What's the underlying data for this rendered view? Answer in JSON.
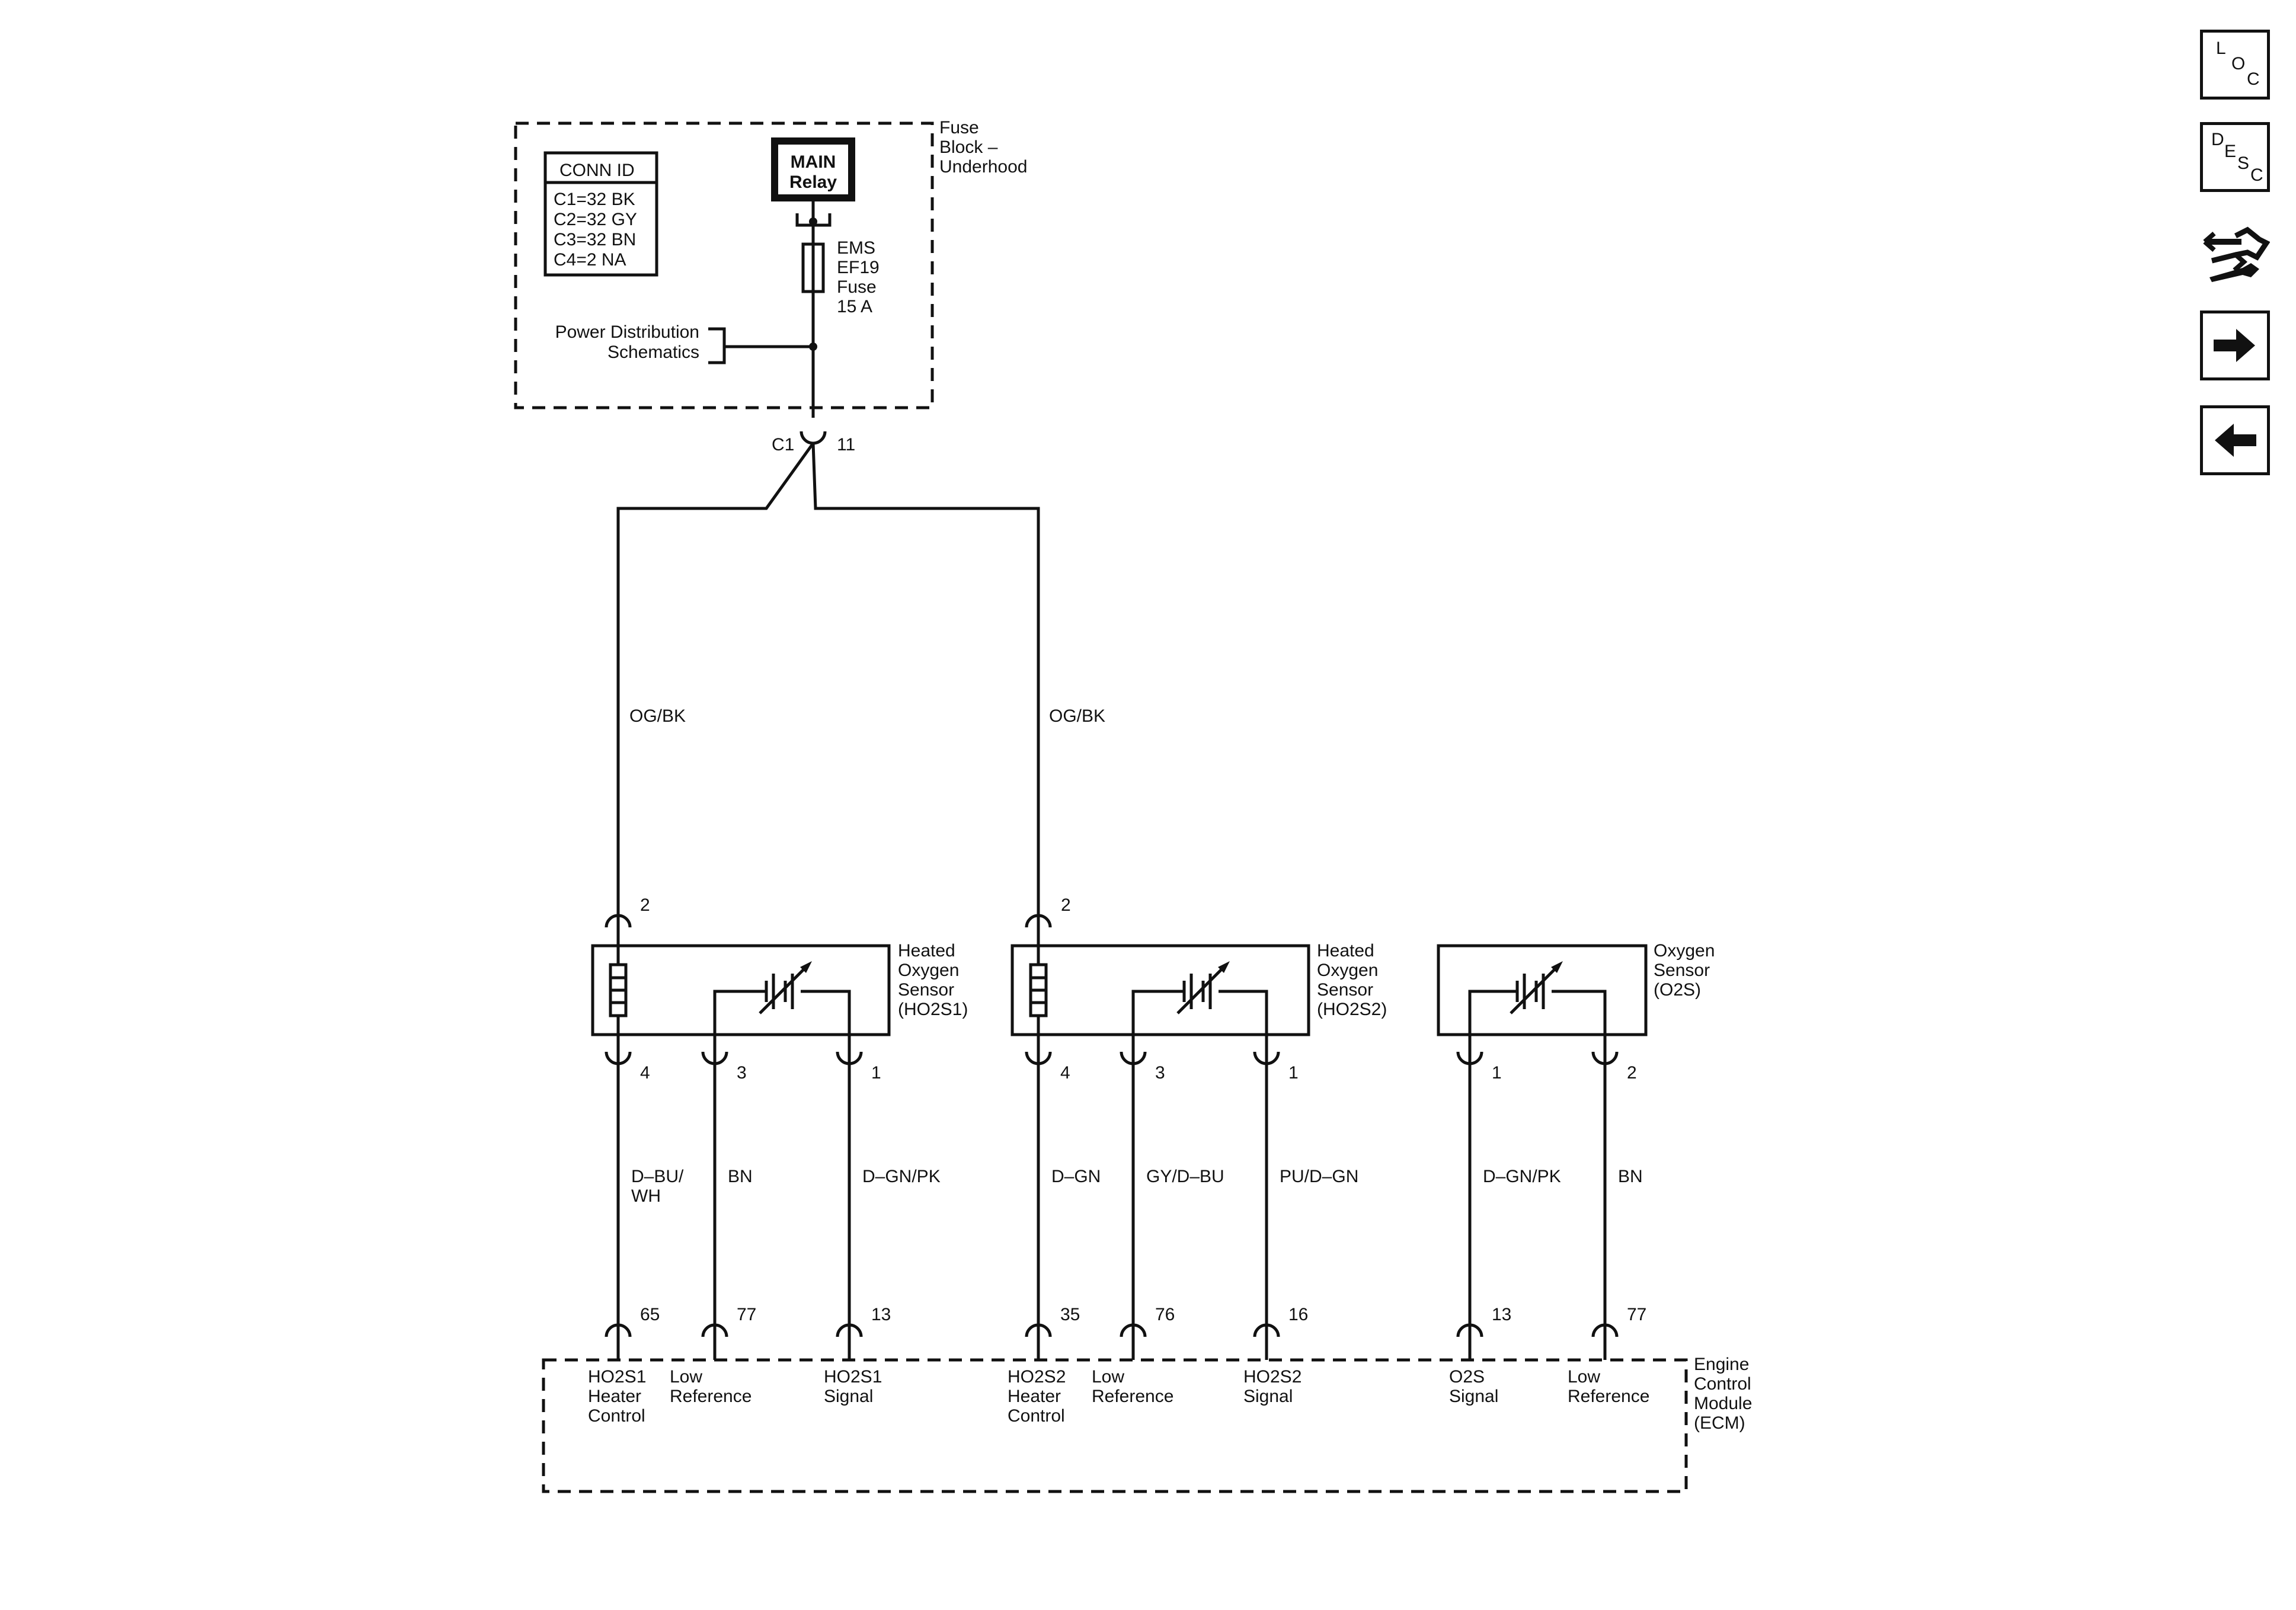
{
  "fuse_block": {
    "label_lines": [
      "Fuse",
      "Block –",
      "Underhood"
    ],
    "conn_id": {
      "title": "CONN ID",
      "rows": [
        "C1=32 BK",
        "C2=32 GY",
        "C3=32 BN",
        "C4=2 NA"
      ]
    },
    "relay_lines": [
      "MAIN",
      "Relay"
    ],
    "fuse_lines": [
      "EMS",
      "EF19",
      "Fuse",
      "15 A"
    ],
    "power_dist_lines": [
      "Power Distribution",
      "Schematics"
    ],
    "connector": {
      "name": "C1",
      "pin": "11"
    }
  },
  "feed_wires": [
    "OG/BK",
    "OG/BK"
  ],
  "sensors": [
    {
      "label_lines": [
        "Heated",
        "Oxygen",
        "Sensor",
        "(HO2S1)"
      ],
      "top_pin": "2",
      "pins": [
        {
          "sensor_pin": "4",
          "wire": [
            "D–BU/",
            "WH"
          ],
          "ecm_pin": "65",
          "ecm_label": [
            "HO2S1",
            "Heater",
            "Control"
          ]
        },
        {
          "sensor_pin": "3",
          "wire": [
            "BN"
          ],
          "ecm_pin": "77",
          "ecm_label": [
            "Low",
            "Reference"
          ]
        },
        {
          "sensor_pin": "1",
          "wire": [
            "D–GN/PK"
          ],
          "ecm_pin": "13",
          "ecm_label": [
            "HO2S1",
            "Signal"
          ]
        }
      ]
    },
    {
      "label_lines": [
        "Heated",
        "Oxygen",
        "Sensor",
        "(HO2S2)"
      ],
      "top_pin": "2",
      "pins": [
        {
          "sensor_pin": "4",
          "wire": [
            "D–GN"
          ],
          "ecm_pin": "35",
          "ecm_label": [
            "HO2S2",
            "Heater",
            "Control"
          ]
        },
        {
          "sensor_pin": "3",
          "wire": [
            "GY/D–BU"
          ],
          "ecm_pin": "76",
          "ecm_label": [
            "Low",
            "Reference"
          ]
        },
        {
          "sensor_pin": "1",
          "wire": [
            "PU/D–GN"
          ],
          "ecm_pin": "16",
          "ecm_label": [
            "HO2S2",
            "Signal"
          ]
        }
      ]
    },
    {
      "label_lines": [
        "Oxygen",
        "Sensor",
        "(O2S)"
      ],
      "pins": [
        {
          "sensor_pin": "1",
          "wire": [
            "D–GN/PK"
          ],
          "ecm_pin": "13",
          "ecm_label": [
            "O2S",
            "Signal"
          ]
        },
        {
          "sensor_pin": "2",
          "wire": [
            "BN"
          ],
          "ecm_pin": "77",
          "ecm_label": [
            "Low",
            "Reference"
          ]
        }
      ]
    }
  ],
  "ecm": {
    "label_lines": [
      "Engine",
      "Control",
      "Module",
      "(ECM)"
    ]
  },
  "nav": {
    "loc": [
      "L",
      "O",
      "C"
    ],
    "desc": [
      "D",
      "E",
      "S",
      "C"
    ]
  }
}
